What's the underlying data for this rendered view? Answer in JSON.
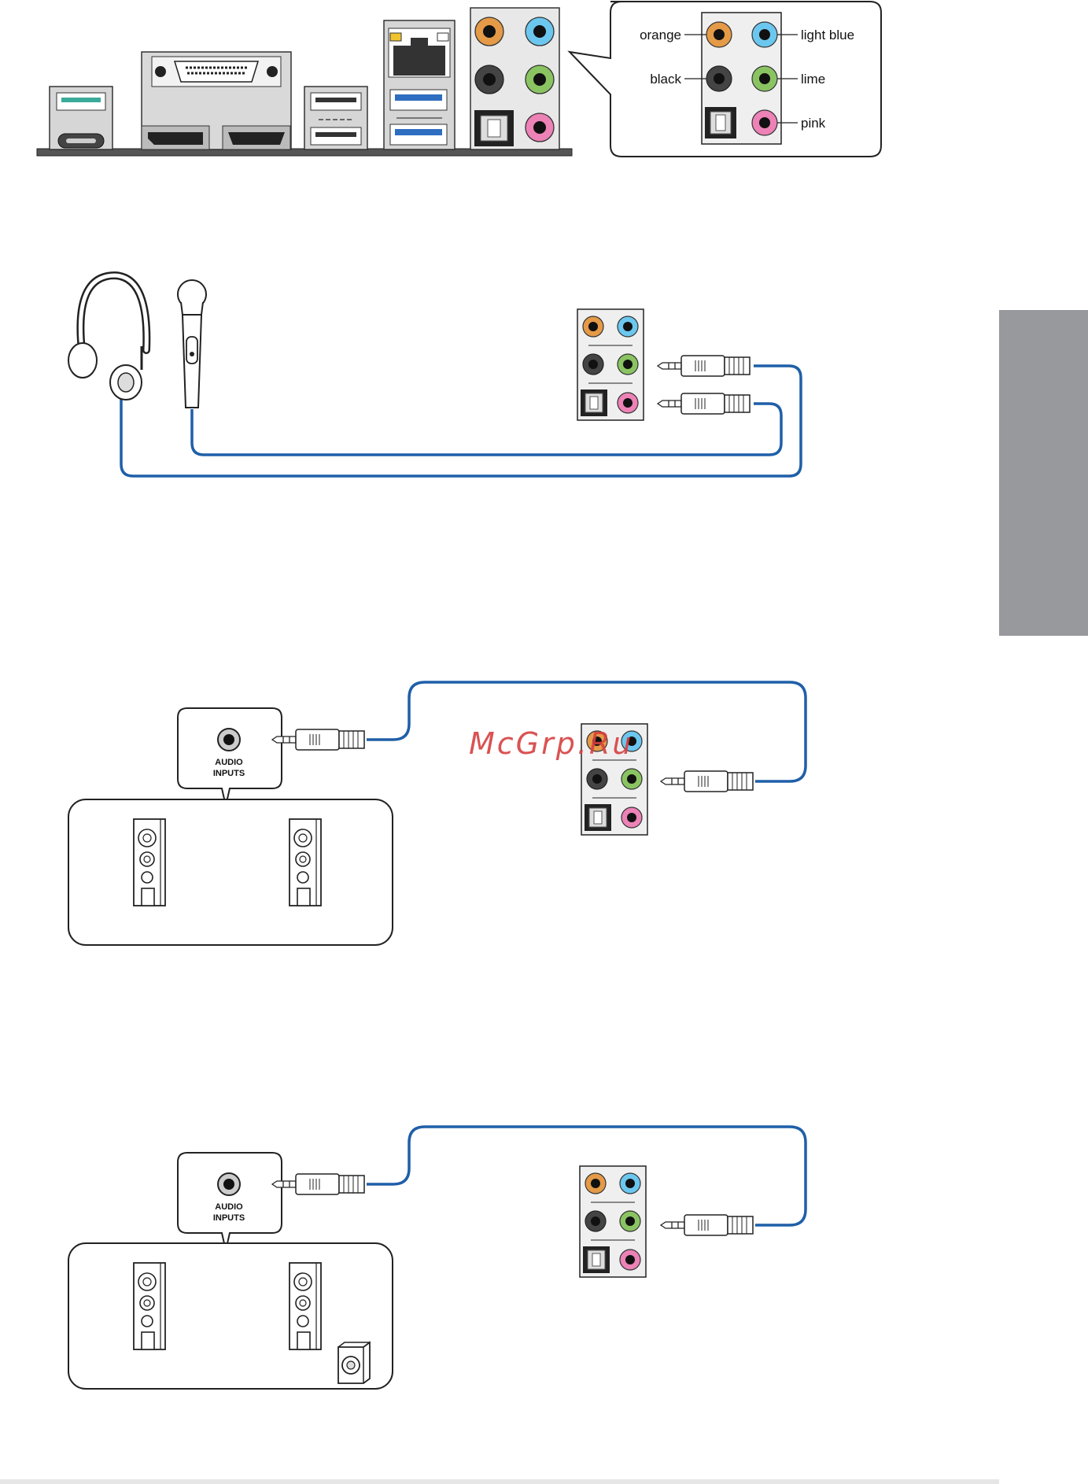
{
  "callout": {
    "jacks": {
      "orange": "orange",
      "light_blue": "light blue",
      "black": "black",
      "lime": "lime",
      "pink": "pink"
    }
  },
  "speakers_2ch": {
    "audio_inputs_line1": "AUDIO",
    "audio_inputs_line2": "INPUTS"
  },
  "speakers_21ch": {
    "audio_inputs_line1": "AUDIO",
    "audio_inputs_line2": "INPUTS"
  },
  "watermark": "McGrp.Ru",
  "colors": {
    "cable": "#1f5fa8",
    "orange_jack": "#e59a47",
    "light_blue_jack": "#6cc7ee",
    "lime_jack": "#8ac462",
    "pink_jack": "#ec82b6",
    "side_tab": "#97999c"
  }
}
